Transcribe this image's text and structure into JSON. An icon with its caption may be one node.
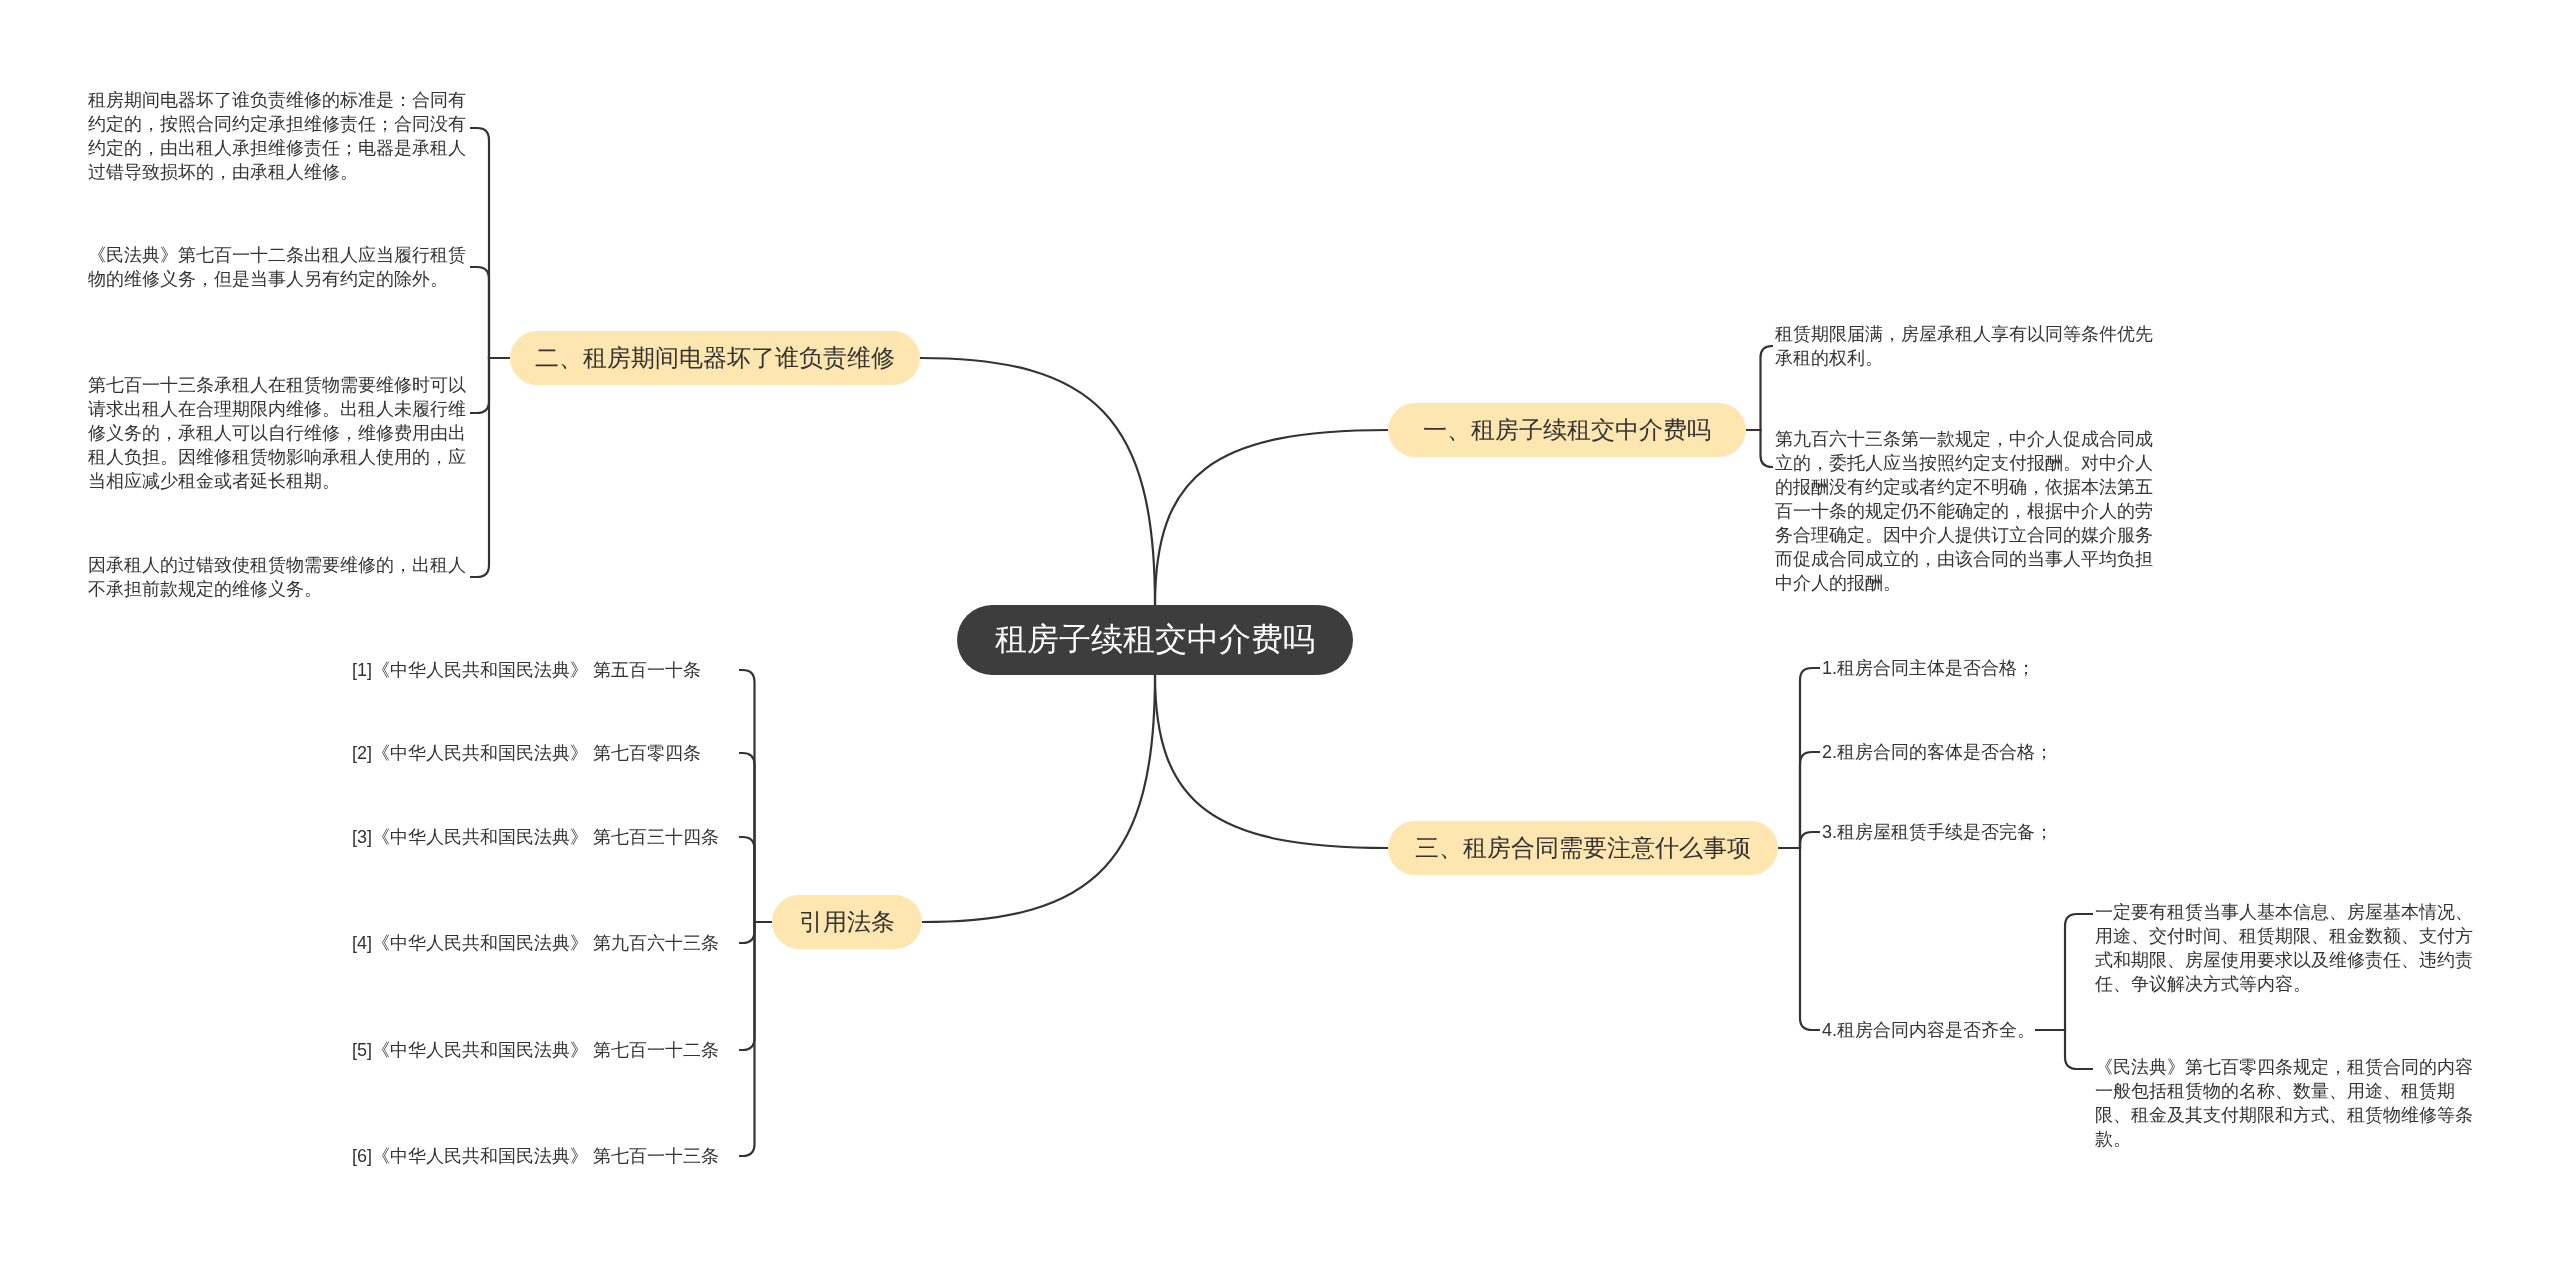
{
  "diagram": {
    "nodes": [
      {
        "text": [
          "租房子续租交中介费吗"
        ]
      },
      {
        "text": [
          "一、租房子续租交中介费吗"
        ]
      },
      {
        "text": [
          "租赁期限届满，房屋承租人享有以同等条件优先承租的权利。"
        ]
      },
      {
        "text": [
          "第九百六十三条第一款规定，中介人促成合同成立的，委托人应当按照约定支付报酬。对中介人的报酬没有约定或者约定不明确，依据本法第五百一十条的规定仍不能确定的，根据中介人的劳务合理确定。因中介人提供订立合同的媒介服务而促成合同成立的，由该合同的当事人平均负担中介人的报酬。"
        ]
      },
      {
        "text": [
          "二、租房期间电器坏了谁负责维修"
        ]
      },
      {
        "text": [
          "租房期间电器坏了谁负责维修的标准是：合同有约定的，按照合同约定承担维修责任；合同没有约定的，由出租人承担维修责任；电器是承租人过错导致损坏的，由承租人维修。"
        ]
      },
      {
        "text": [
          "《民法典》第七百一十二条出租人应当履行租赁物的维修义务，但是当事人另有约定的除外。"
        ]
      },
      {
        "text": [
          "第七百一十三条承租人在租赁物需要维修时可以请求出租人在合理期限内维修。出租人未履行维修义务的，承租人可以自行维修，维修费用由出租人负担。因维修租赁物影响承租人使用的，应当相应减少租金或者延长租期。"
        ]
      },
      {
        "text": [
          "因承租人的过错致使租赁物需要维修的，出租人不承担前款规定的维修义务。"
        ]
      },
      {
        "text": [
          "三、租房合同需要注意什么事项"
        ]
      },
      {
        "text": [
          "1.租房合同主体是否合格；"
        ]
      },
      {
        "text": [
          "2.租房合同的客体是否合格；"
        ]
      },
      {
        "text": [
          "3.租房屋租赁手续是否完备；"
        ]
      },
      {
        "text": [
          "4.租房合同内容是否齐全。"
        ]
      },
      {
        "text": [
          "一定要有租赁当事人基本信息、房屋基本情况、用途、交付时间、租赁期限、租金数额、支付方式和期限、房屋使用要求以及维修责任、违约责任、争议解决方式等内容。"
        ]
      },
      {
        "text": [
          "《民法典》第七百零四条规定，租赁合同的内容一般包括租赁物的名称、数量、用途、租赁期限、租金及其支付期限和方式、租赁物维修等条款。"
        ]
      },
      {
        "text": [
          "引用法条"
        ]
      },
      {
        "text": [
          "[1]《中华人民共和国民法典》 第五百一十条"
        ]
      },
      {
        "text": [
          "[2]《中华人民共和国民法典》 第七百零四条"
        ]
      },
      {
        "text": [
          "[3]《中华人民共和国民法典》 第七百三十四条"
        ]
      },
      {
        "text": [
          "[4]《中华人民共和国民法典》 第九百六十三条"
        ]
      },
      {
        "text": [
          "[5]《中华人民共和国民法典》 第七百一十二条"
        ]
      },
      {
        "text": [
          "[6]《中华人民共和国民法典》 第七百一十三条"
        ]
      }
    ],
    "edges": [
      {
        "from": 0,
        "to": 1,
        "arrow": "none"
      },
      {
        "from": 1,
        "to": 2,
        "arrow": "none"
      },
      {
        "from": 1,
        "to": 3,
        "arrow": "none"
      },
      {
        "from": 0,
        "to": 4,
        "arrow": "none"
      },
      {
        "from": 4,
        "to": 5,
        "arrow": "none"
      },
      {
        "from": 4,
        "to": 6,
        "arrow": "none"
      },
      {
        "from": 4,
        "to": 7,
        "arrow": "none"
      },
      {
        "from": 4,
        "to": 8,
        "arrow": "none"
      },
      {
        "from": 0,
        "to": 9,
        "arrow": "none"
      },
      {
        "from": 9,
        "to": 10,
        "arrow": "none"
      },
      {
        "from": 9,
        "to": 11,
        "arrow": "none"
      },
      {
        "from": 9,
        "to": 12,
        "arrow": "none"
      },
      {
        "from": 9,
        "to": 13,
        "arrow": "none"
      },
      {
        "from": 13,
        "to": 14,
        "arrow": "none"
      },
      {
        "from": 13,
        "to": 15,
        "arrow": "none"
      },
      {
        "from": 0,
        "to": 16,
        "arrow": "none"
      },
      {
        "from": 16,
        "to": 17,
        "arrow": "none"
      },
      {
        "from": 16,
        "to": 18,
        "arrow": "none"
      },
      {
        "from": 16,
        "to": 19,
        "arrow": "none"
      },
      {
        "from": 16,
        "to": 20,
        "arrow": "none"
      },
      {
        "from": 16,
        "to": 21,
        "arrow": "none"
      },
      {
        "from": 16,
        "to": 22,
        "arrow": "none"
      }
    ]
  }
}
